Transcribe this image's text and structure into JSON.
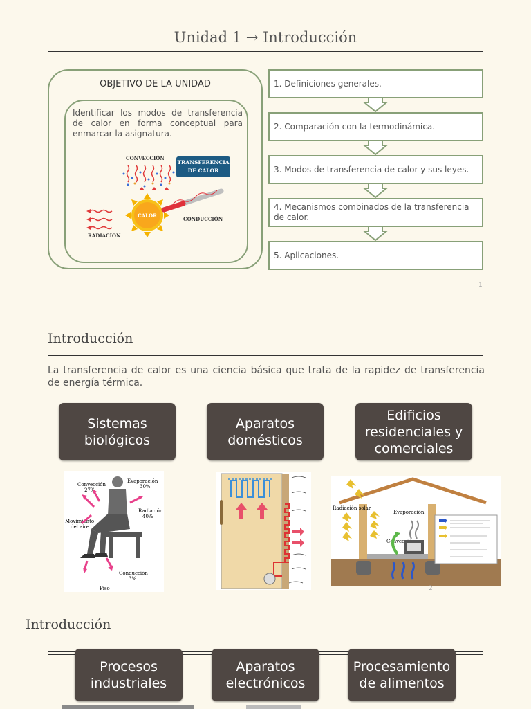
{
  "slide1": {
    "title": "Unidad 1 → Introducción",
    "objective_title": "OBJETIVO DE LA UNIDAD",
    "objective_text": "Identificar los modos de transferencia de calor en forma conceptual para enmarcar la asignatura.",
    "diagram": {
      "conveccion": "CONVECCIÓN",
      "transferencia_1": "TRANSFERENCIA",
      "transferencia_2": "DE CALOR",
      "calor": "CALOR",
      "conduccion": "CONDUCCIÓN",
      "radiacion": "RADIACIÓN"
    },
    "steps": [
      "1. Definiciones generales.",
      "2. Comparación con la termodinámica.",
      "3. Modos de transferencia de calor y sus leyes.",
      "4. Mecanismos combinados de la transferencia de calor.",
      "5. Aplicaciones."
    ],
    "page_number": "1"
  },
  "slide2": {
    "heading": "Introducción",
    "paragraph": "La transferencia de calor es una ciencia básica que trata de la rapidez de transferencia de energía térmica.",
    "boxes": [
      "Sistemas biológicos",
      "Aparatos domésticos",
      "Edificios residenciales y comerciales"
    ],
    "body_figure": {
      "conveccion": "Convección",
      "conveccion_pct": "27%",
      "evaporacion": "Evaporación",
      "evaporacion_pct": "30%",
      "radiacion": "Radiación",
      "radiacion_pct": "40%",
      "movimiento_1": "Movimiento",
      "movimiento_2": "del aire",
      "conduccion": "Conducción",
      "conduccion_pct": "3%",
      "piso": "Piso"
    },
    "house_figure": {
      "radiacion_solar": "Radiación solar",
      "evaporacion": "Evaporación",
      "conveccion": "Convección"
    },
    "page_number": "2"
  },
  "slide3": {
    "heading": "Introducción",
    "boxes": [
      "Procesos industriales",
      "Aparatos electrónicos",
      "Procesamiento de alimentos"
    ]
  },
  "colors": {
    "box_fill": "#4f4743",
    "green_border": "#88a078",
    "background": "#fcf8ec",
    "arrow_pink": "#e8506a",
    "arrow_blue": "#2b57c9"
  }
}
